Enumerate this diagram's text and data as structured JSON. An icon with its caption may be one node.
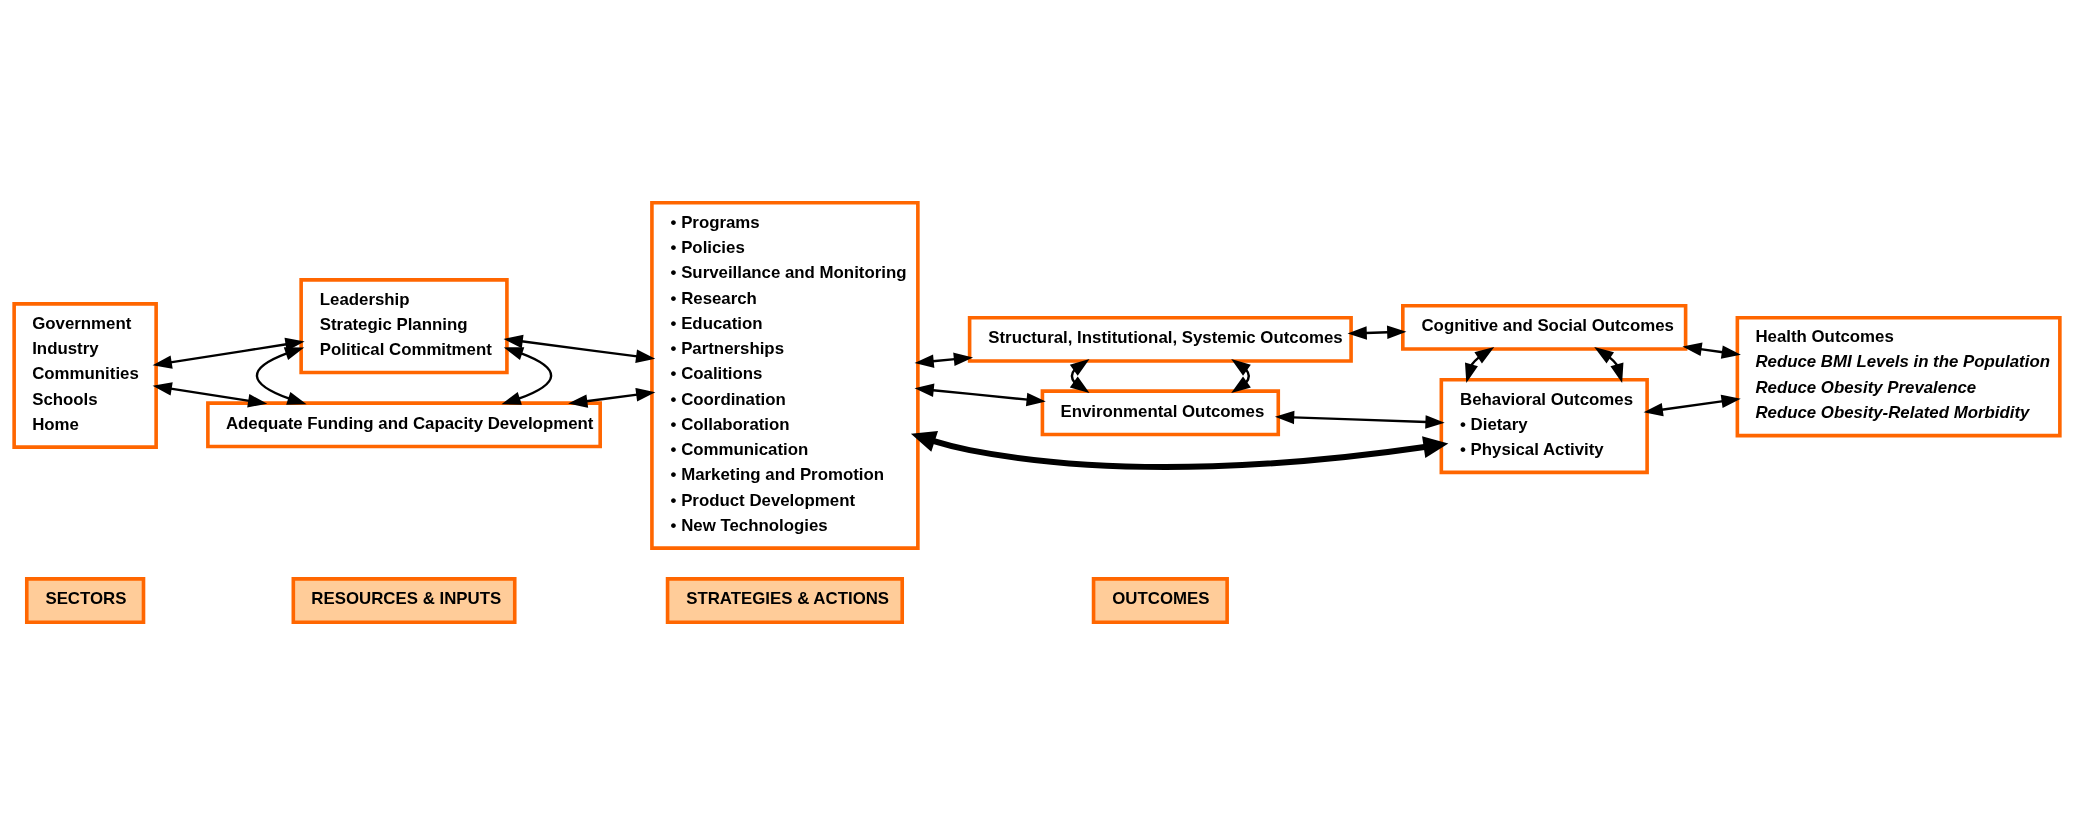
{
  "diagram": {
    "nodes": [
      {
        "text": [
          "SECTORS"
        ]
      },
      {
        "text": [
          "RESOURCES & INPUTS"
        ]
      },
      {
        "text": [
          "STRATEGIES & ACTIONS"
        ]
      },
      {
        "text": [
          "OUTCOMES"
        ]
      },
      {
        "text": [
          "Government",
          "Industry",
          "Communities",
          "Schools",
          "Home"
        ]
      },
      {
        "text": [
          "Leadership",
          "Strategic Planning",
          "Political Commitment"
        ]
      },
      {
        "text": [
          "Adequate Funding and Capacity Development"
        ]
      },
      {
        "text": [
          "• Programs",
          "• Policies",
          "• Surveillance and Monitoring",
          "• Research",
          "• Education",
          "• Partnerships",
          "• Coalitions",
          "• Coordination",
          "• Collaboration",
          "• Communication",
          "• Marketing and Promotion",
          "• Product Development",
          "• New Technologies"
        ]
      },
      {
        "text": [
          "Structural, Institutional, Systemic Outcomes"
        ]
      },
      {
        "text": [
          "Environmental Outcomes"
        ]
      },
      {
        "text": [
          "Cognitive and Social Outcomes"
        ]
      },
      {
        "text": [
          "Behavioral Outcomes",
          "• Dietary",
          "• Physical Activity"
        ]
      },
      {
        "text": [
          "Health Outcomes",
          "Reduce BMI Levels in the Population",
          "Reduce Obesity Prevalence",
          "Reduce Obesity-Related Morbidity"
        ]
      }
    ],
    "edges": [
      {
        "from": 4,
        "to": 5,
        "arrow": "both"
      },
      {
        "from": 4,
        "to": 6,
        "arrow": "both"
      },
      {
        "from": 5,
        "to": 6,
        "arrow": "both"
      },
      {
        "from": 5,
        "to": 6,
        "arrow": "both"
      },
      {
        "from": 5,
        "to": 7,
        "arrow": "both"
      },
      {
        "from": 6,
        "to": 7,
        "arrow": "both"
      },
      {
        "from": 7,
        "to": 8,
        "arrow": "both"
      },
      {
        "from": 7,
        "to": 9,
        "arrow": "both"
      },
      {
        "from": 8,
        "to": 9,
        "arrow": "both"
      },
      {
        "from": 8,
        "to": 9,
        "arrow": "both"
      },
      {
        "from": 8,
        "to": 10,
        "arrow": "both"
      },
      {
        "from": 9,
        "to": 11,
        "arrow": "both"
      },
      {
        "from": 10,
        "to": 11,
        "arrow": "both"
      },
      {
        "from": 10,
        "to": 11,
        "arrow": "both"
      },
      {
        "from": 10,
        "to": 12,
        "arrow": "both"
      },
      {
        "from": 11,
        "to": 12,
        "arrow": "both"
      },
      {
        "from": 11,
        "to": 7,
        "arrow": "both",
        "style": "thick"
      }
    ]
  }
}
